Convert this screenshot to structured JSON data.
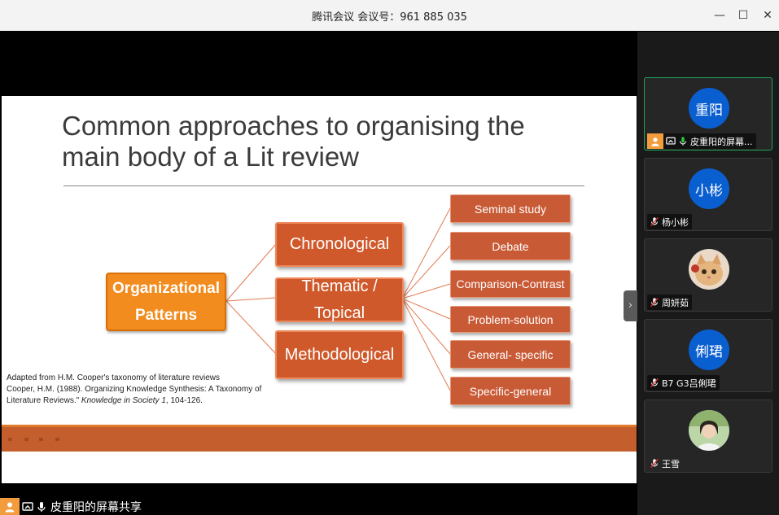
{
  "window": {
    "title": "腾讯会议 会议号：961 885 035",
    "controls": {
      "minimize_icon": "—",
      "maximize_icon": "☐",
      "close_icon": "✕"
    }
  },
  "slide": {
    "title_line1": "Common approaches to organising the",
    "title_line2": "main body of a Lit review",
    "root_label_line1": "Organizational",
    "root_label_line2": "Patterns",
    "categories": [
      {
        "label": "Chronological"
      },
      {
        "label_line1": "Thematic /",
        "label_line2": "Topical"
      },
      {
        "label": "Methodological"
      }
    ],
    "subtopics": [
      "Seminal study",
      "Debate",
      "Comparison-Contrast",
      "Problem-solution",
      "General- specific",
      "Specific-general"
    ],
    "citation": {
      "line1": "Adapted from H.M. Cooper's taxonomy of literature reviews",
      "line2": "Cooper, H.M. (1988). Organizing Knowledge Synthesis: A Taxonomy of",
      "line3_prefix": "Literature Reviews.\"",
      "line3_italic": "Knowledge in Society 1",
      "line3_suffix": ", 104-126."
    },
    "colors": {
      "root": "#f28c1e",
      "category": "#d0592b",
      "subtopic": "#c95a36",
      "footer": "#c45e2c"
    }
  },
  "sharer": {
    "name": "皮重阳的屏幕共享"
  },
  "participants": [
    {
      "avatar_text": "重阳",
      "label": "皮重阳的屏幕...",
      "active": true,
      "avatar_color": "#0a5fd0"
    },
    {
      "avatar_text": "小彬",
      "label": "杨小彬",
      "active": false,
      "avatar_color": "#0a5fd0"
    },
    {
      "avatar_text": "",
      "label": "周妍茹",
      "active": false,
      "avatar": "cat-photo"
    },
    {
      "avatar_text": "俐珺",
      "label": "B7 G3吕俐珺",
      "active": false,
      "avatar_color": "#0a5fd0"
    },
    {
      "avatar_text": "",
      "label": "王雪",
      "active": false,
      "avatar": "person-photo"
    }
  ],
  "panel": {
    "collapse_icon": "›"
  }
}
